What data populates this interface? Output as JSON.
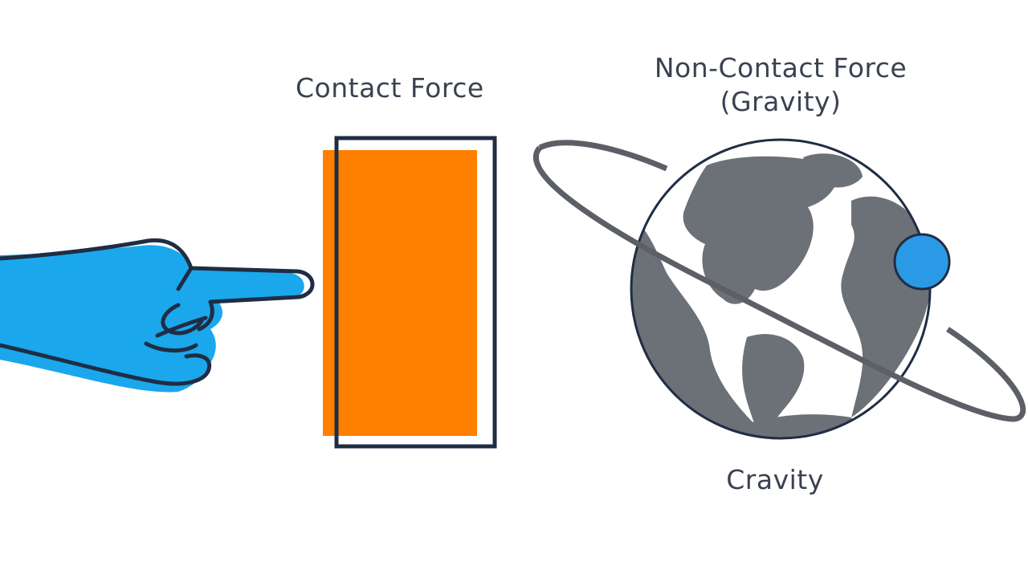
{
  "contact": {
    "title": "Contact Force"
  },
  "noncontact": {
    "title_line1": "Non-Contact Force",
    "title_line2": "(Gravity)",
    "caption": "Cravity"
  },
  "colors": {
    "hand_fill": "#1aa7ec",
    "outline": "#1f2d44",
    "block_fill": "#ff7f00",
    "earth_land": "#6c7077",
    "earth_ocean": "#ffffff",
    "orbit": "#5c6066",
    "moon": "#2b9ae6",
    "text": "#3a4250"
  },
  "icons": [
    "pointing-hand-icon",
    "earth-globe-icon",
    "moon-icon",
    "orbit-ring-icon"
  ]
}
